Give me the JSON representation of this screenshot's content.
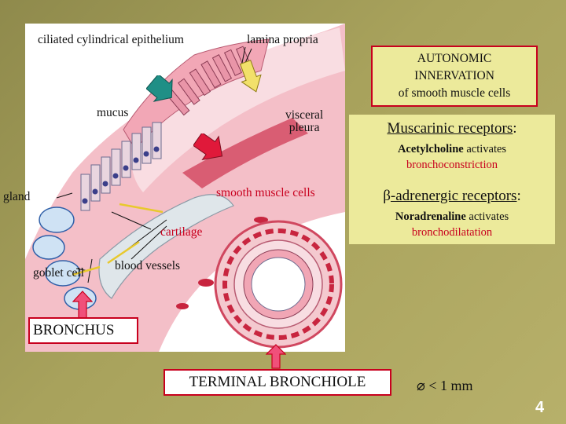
{
  "labels": {
    "ciliated": "ciliated cylindrical epithelium",
    "lamina": "lamina propria",
    "mucus": "mucus",
    "visceral": "visceral",
    "pleura": "pleura",
    "gland": "gland",
    "smooth_muscle": "smooth muscle cells",
    "cartilage": "cartilage",
    "goblet": "goblet cell",
    "blood_vessels": "blood vessels",
    "bronchus": "BRONCHUS",
    "terminal": "TERMINAL BRONCHIOLE",
    "diameter": "⌀ < 1 mm"
  },
  "title_box": {
    "line1": "AUTONOMIC",
    "line2": "INNERVATION",
    "line3": "of smooth muscle cells"
  },
  "receptors": {
    "muscarinic_head": "Muscarinic receptors",
    "muscarinic_colon": ":",
    "muscarinic_agent": "Acetylcholine",
    "muscarinic_verb": " activates",
    "muscarinic_effect": "bronchoconstriction",
    "beta_symbol": "β",
    "beta_head": "-adrenergic receptors",
    "beta_colon": ":",
    "beta_agent": "Noradrenaline",
    "beta_verb": " activates",
    "beta_effect": "bronchodilatation"
  },
  "page_number": "4",
  "colors": {
    "accent_red": "#c8001e",
    "box_fill": "#ecea9b",
    "arrow_teal": "#1f8f86",
    "arrow_yellow": "#f2e06a",
    "arrow_red": "#e0193a",
    "arrow_pink": "#f0507a"
  }
}
